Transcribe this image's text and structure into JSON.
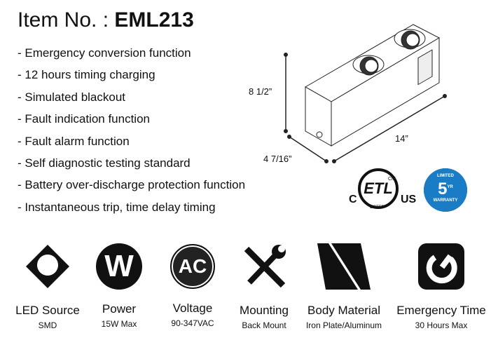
{
  "header": {
    "prefix": "Item No. : ",
    "item_no": "EML213"
  },
  "features": [
    "- Emergency conversion function",
    "- 12 hours timing charging",
    "- Simulated blackout",
    "- Fault indication function",
    "- Fault alarm function",
    "- Self diagnostic testing standard",
    "- Battery over-discharge protection function",
    "- Instantaneous trip, time delay timing"
  ],
  "dimensions": {
    "height": "8 1/2”",
    "length": "14”",
    "depth": "4 7/16”"
  },
  "certifications": {
    "etl_c": "C",
    "etl_us": "US",
    "etl_text": "ETL",
    "etl_cm": "CM",
    "etl_listed": "LISTED",
    "warranty_top": "LIMITED",
    "warranty_num": "5",
    "warranty_yr": "YR",
    "warranty_bottom": "WARRANTY",
    "warranty_color": "#1a7cc4"
  },
  "specs": [
    {
      "icon": "smd-chip-icon",
      "label": "LED Source",
      "value": "SMD"
    },
    {
      "icon": "power-w-icon",
      "label": "Power",
      "value": "15W Max"
    },
    {
      "icon": "ac-icon",
      "label": "Voltage",
      "value": "90-347VAC"
    },
    {
      "icon": "tools-icon",
      "label": "Mounting",
      "value": "Back Mount"
    },
    {
      "icon": "material-icon",
      "label": "Body Material",
      "value": "Iron Plate/Aluminum"
    },
    {
      "icon": "power-timer-icon",
      "label": "Emergency Time",
      "value": "30 Hours Max"
    }
  ],
  "icon_text": {
    "w": "W",
    "ac": "AC"
  }
}
